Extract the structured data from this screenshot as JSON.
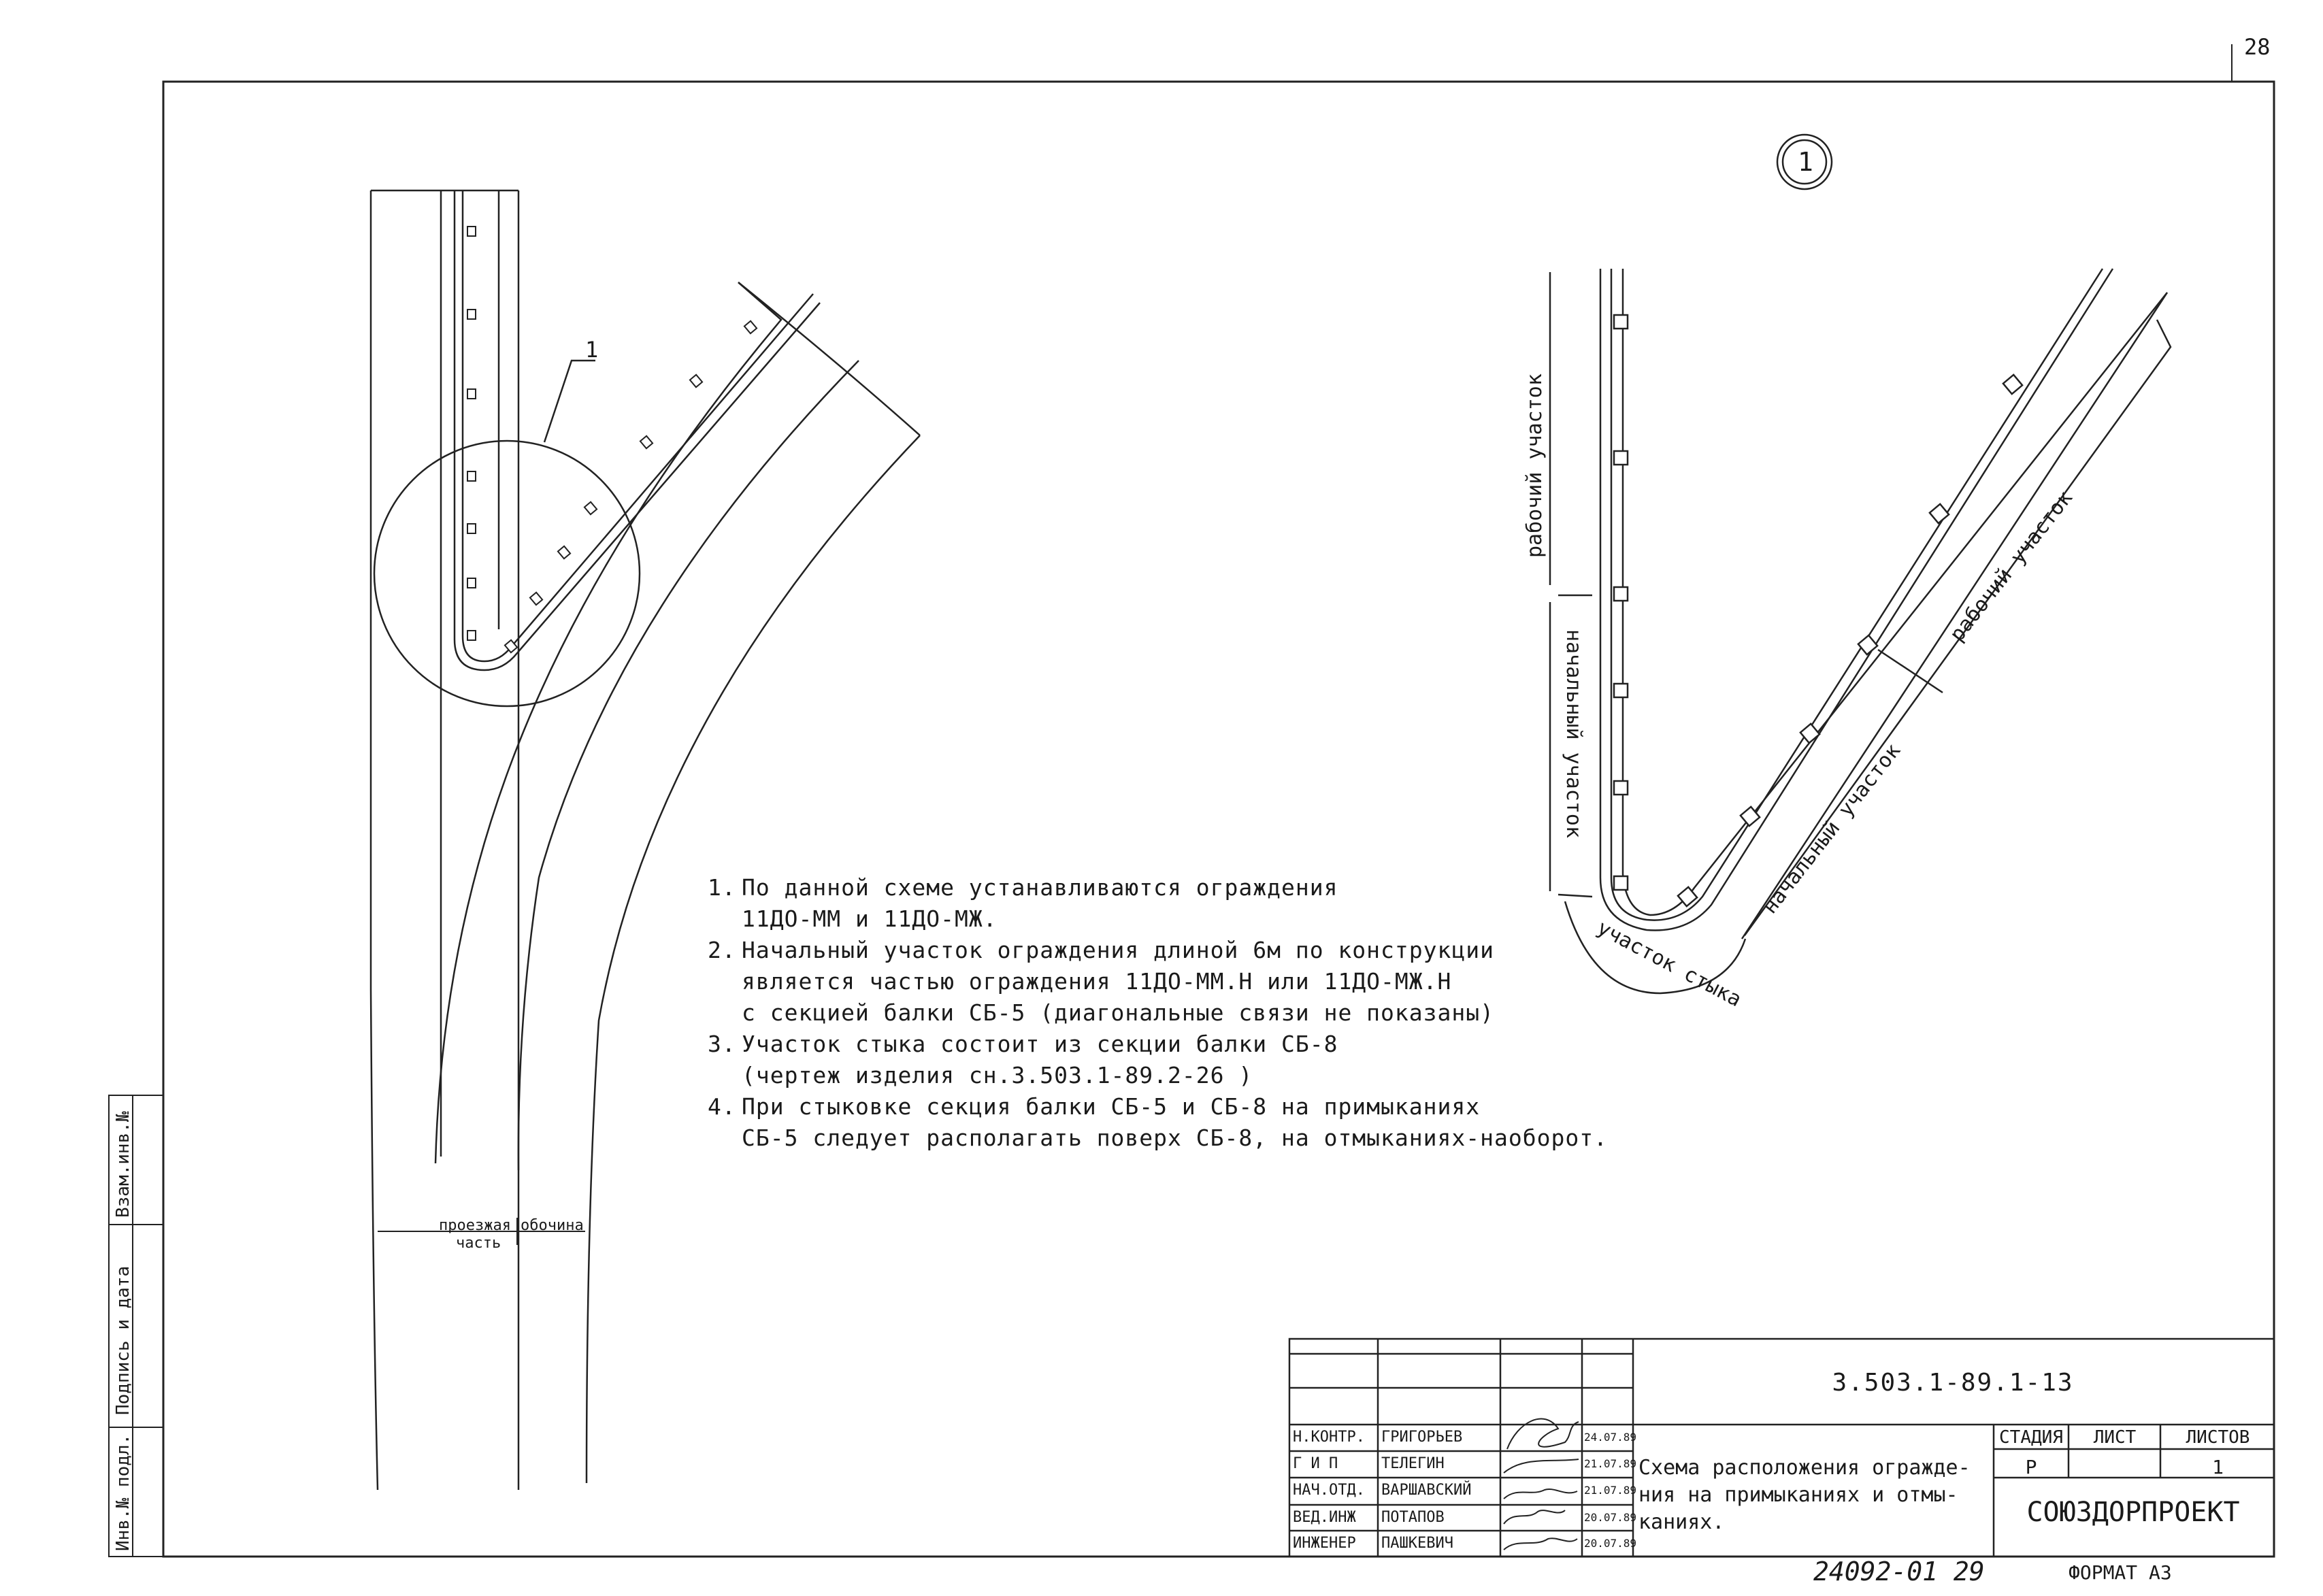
{
  "page_number": "28",
  "detail_marker": "1",
  "leader_label": "1",
  "left_plan": {
    "carriageway_label": "проезжая",
    "carriageway_label2": "часть",
    "shoulder_label": "обочина"
  },
  "detail": {
    "working_left": "рабочий участок",
    "initial_left": "начальный участок",
    "joint": "участок стыка",
    "initial_right": "начальный участок",
    "working_right": "рабочий участок"
  },
  "notes": [
    {
      "num": "1.",
      "lines": [
        "По данной схеме устанавливаются ограждения",
        "11ДО-ММ и 11ДО-МЖ."
      ]
    },
    {
      "num": "2.",
      "lines": [
        "Начальный участок ограждения длиной 6м по конструкции",
        "является частью ограждения 11ДО-ММ.Н или 11ДО-МЖ.Н",
        "с секцией балки СБ-5 (диагональные связи не показаны)"
      ]
    },
    {
      "num": "3.",
      "lines": [
        "Участок стыка состоит из секции балки СБ-8",
        "(чертеж изделия сн.3.503.1-89.2-26 )"
      ]
    },
    {
      "num": "4.",
      "lines": [
        "При стыковке секция балки СБ-5 и СБ-8 на примыканиях",
        "СБ-5 следует располагать поверх СБ-8, на отмыканиях-наоборот."
      ]
    }
  ],
  "side_stamp": {
    "inv_orig": "Инв.№ подл.",
    "sign_date": "Подпись и дата",
    "vzam": "Взам.инв.№"
  },
  "title_block": {
    "doc_code": "3.503.1-89.1-13",
    "title": [
      "Схема расположения огражде-",
      "ния на примыканиях и отмы-",
      "каниях."
    ],
    "stage_label": "СТАДИЯ",
    "sheet_label": "ЛИСТ",
    "sheets_label": "ЛИСТОВ",
    "stage": "Р",
    "sheet": "",
    "sheets": "1",
    "organization": "СОЮЗДОРПРОЕКТ",
    "signatories": [
      {
        "role": "Н.КОНТР.",
        "name": "ГРИГОРЬЕВ",
        "date": "24.07.89"
      },
      {
        "role": "Г И П",
        "name": "ТЕЛЕГИН",
        "date": "21.07.89"
      },
      {
        "role": "НАЧ.ОТД.",
        "name": "ВАРШАВСКИЙ",
        "date": "21.07.89"
      },
      {
        "role": "ВЕД.ИНЖ",
        "name": "ПОТАПОВ",
        "date": "20.07.89"
      },
      {
        "role": "ИНЖЕНЕР",
        "name": "ПАШКЕВИЧ",
        "date": "20.07.89"
      }
    ]
  },
  "bottom_number": "24092-01 29",
  "format_label": "ФОРМАТ А3"
}
